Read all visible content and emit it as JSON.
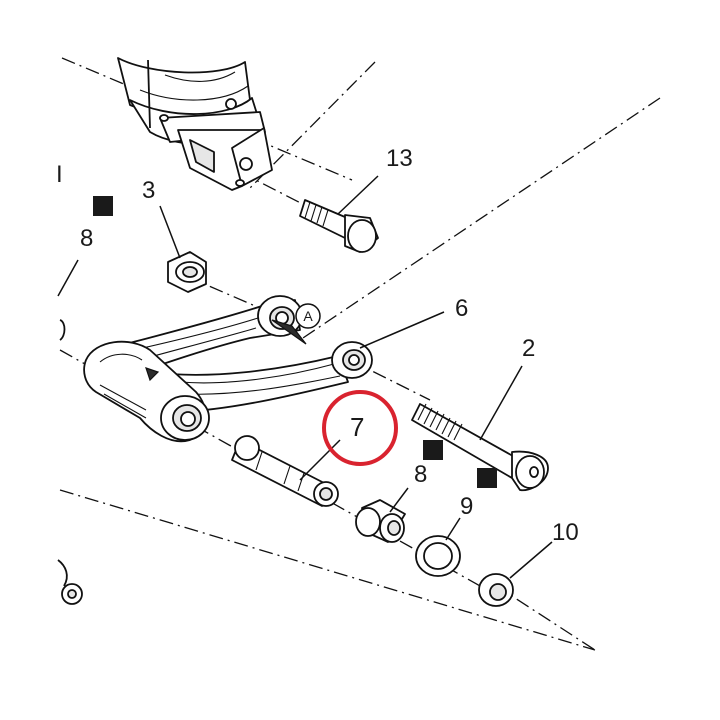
{
  "labels": {
    "bolt_13": "13",
    "nut_3": "3",
    "bushing_8_left": "8",
    "link_6": "6",
    "bolt_2": "2",
    "spacer_7": "7",
    "bushing_8_right": "8",
    "washer_9": "9",
    "washer_10": "10",
    "detail_a": "A",
    "section_mark": "I"
  },
  "colors": {
    "highlight": "#d9232f",
    "ink": "#111111",
    "marker": "#1a1a1a"
  },
  "icons": {
    "marker": "black-square-icon",
    "detail": "circled-letter-icon"
  }
}
